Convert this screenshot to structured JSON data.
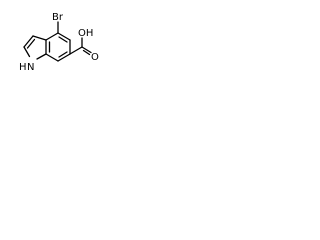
{
  "structure": {
    "labels": {
      "bromine": "Br",
      "hydroxyl": "OH",
      "carbonyl_oxygen": "O",
      "nitrogen_h": "H",
      "nitrogen": "N"
    },
    "colors": {
      "bond": "#000000",
      "text": "#000000",
      "background": "#ffffff"
    }
  }
}
